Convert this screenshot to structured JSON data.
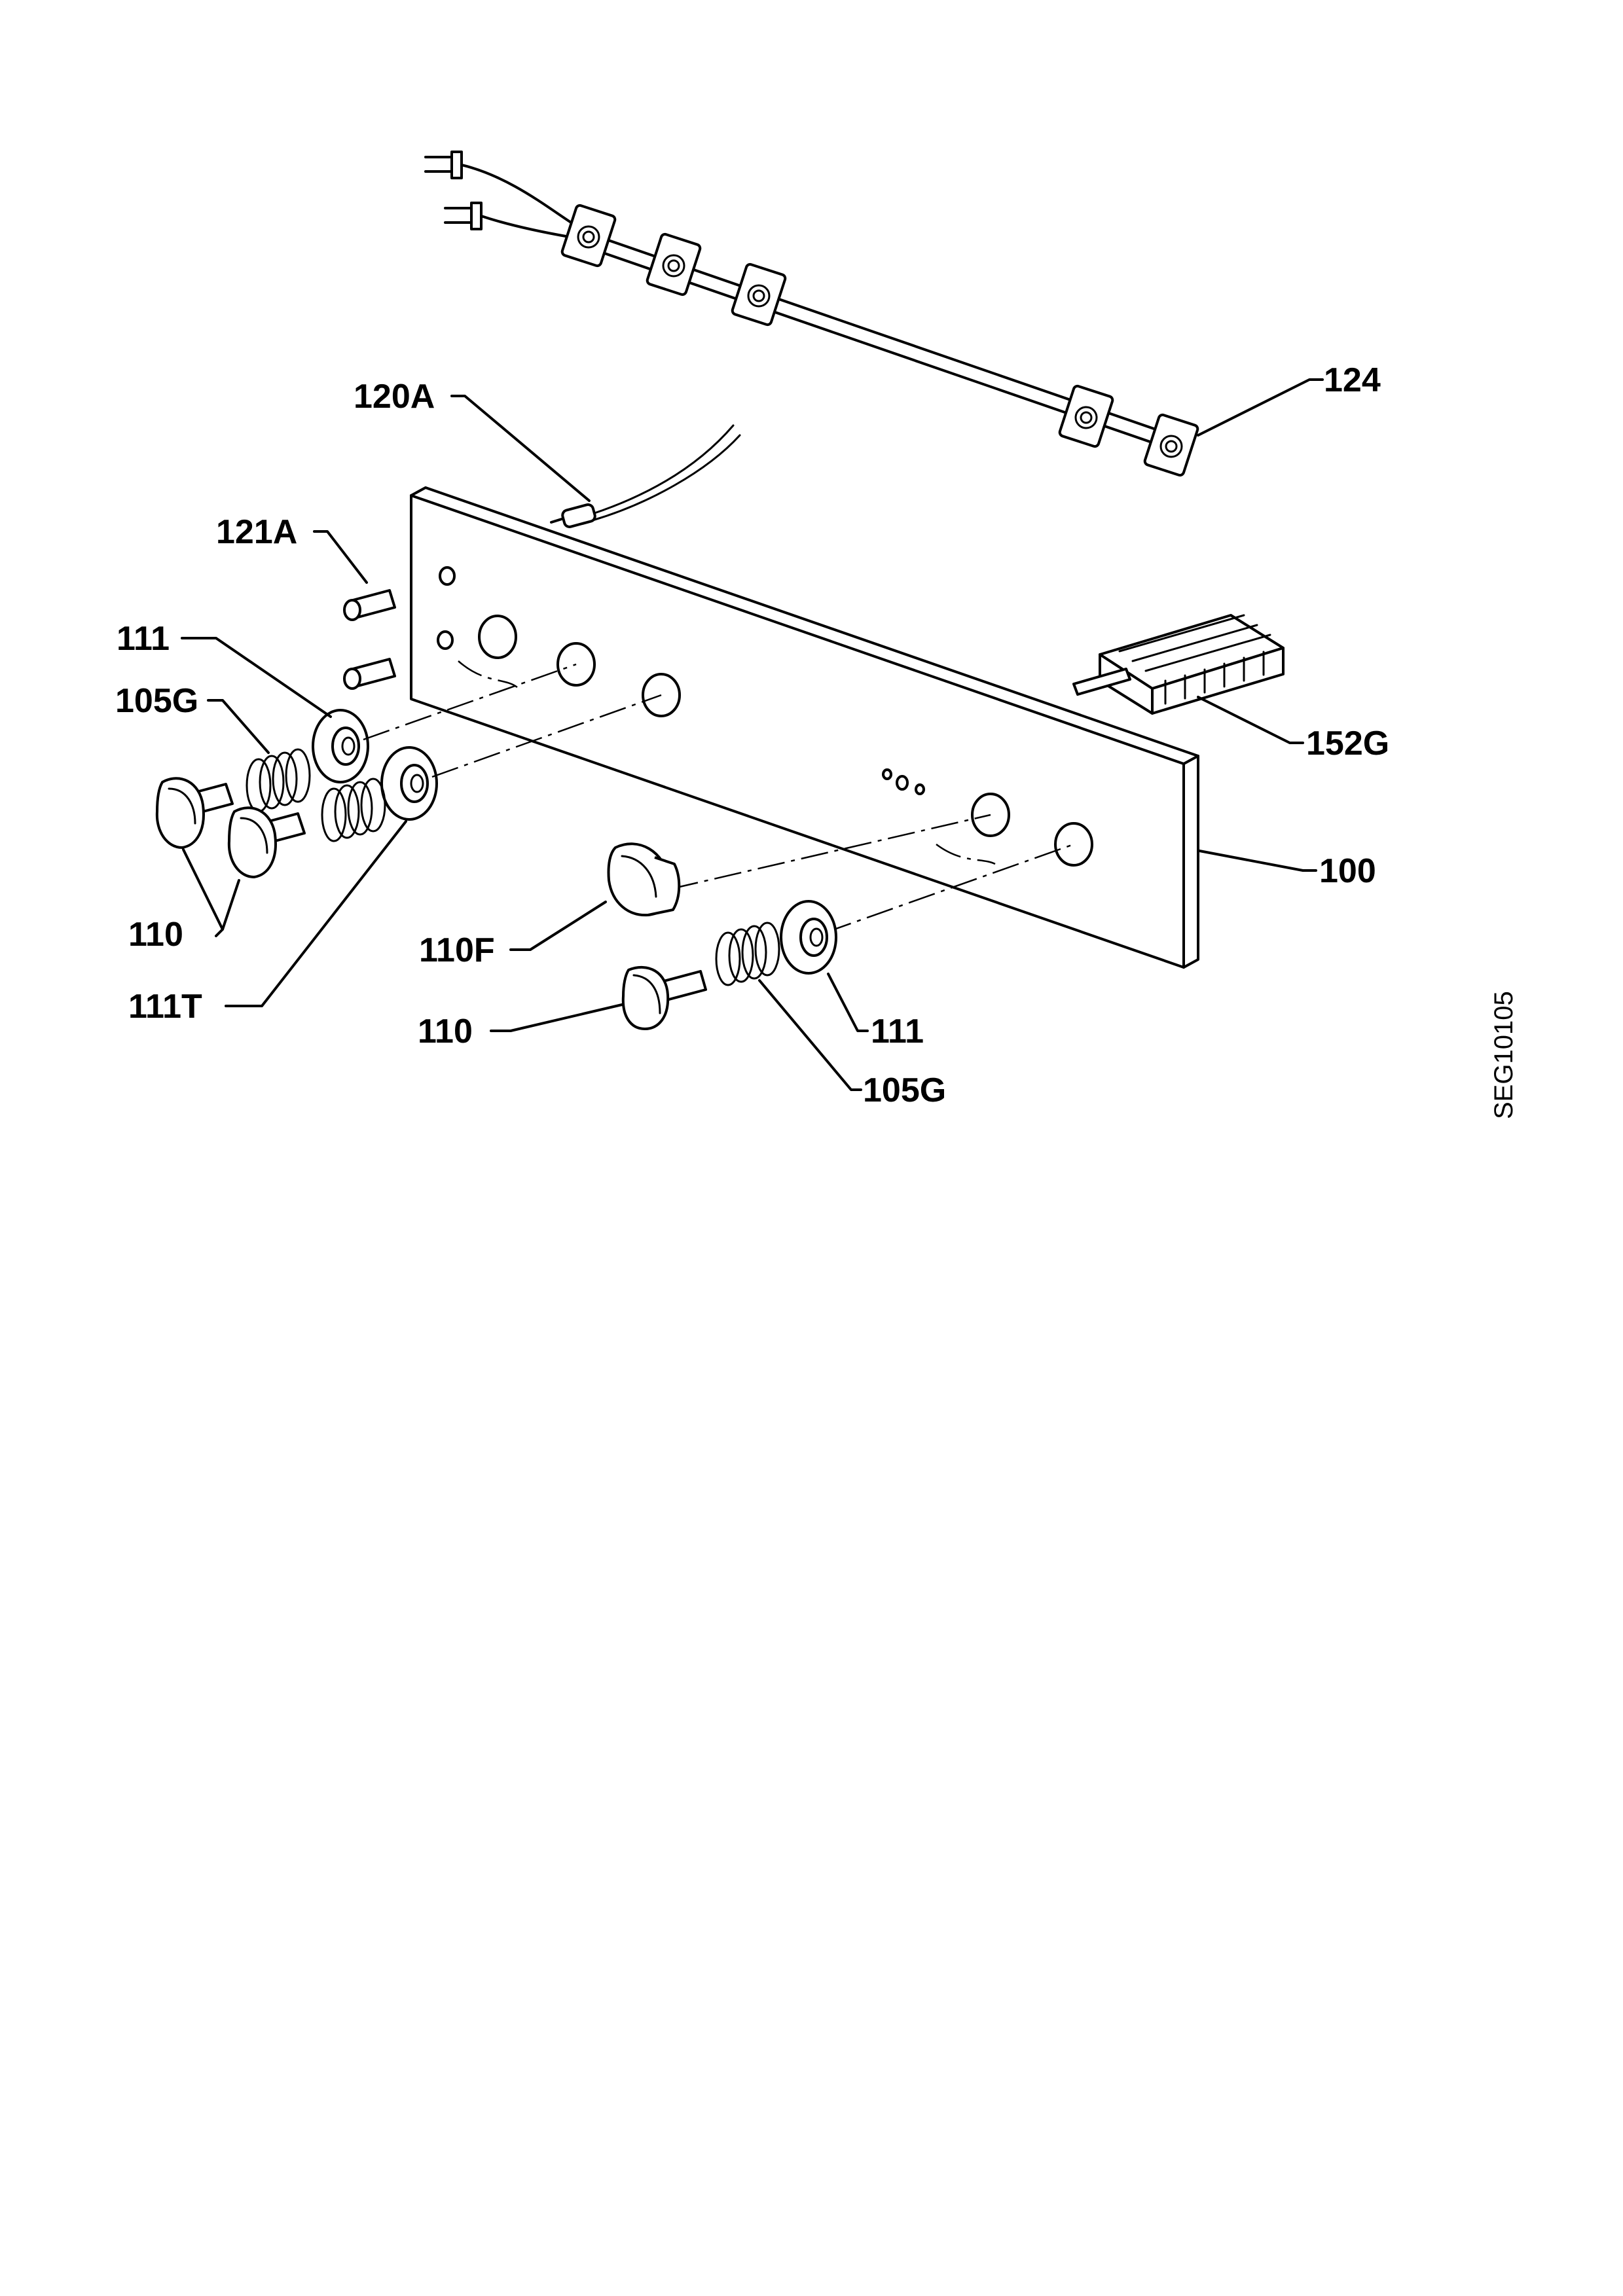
{
  "labels": {
    "l124": "124",
    "l120A": "120A",
    "l121A": "121A",
    "l111_top": "111",
    "l105G_top": "105G",
    "l152G": "152G",
    "l100": "100",
    "l110_left": "110",
    "l111T": "111T",
    "l110F": "110F",
    "l110_bottom": "110",
    "l111_bottom": "111",
    "l105G_bottom": "105G"
  },
  "drawing_code": "SEG10105"
}
